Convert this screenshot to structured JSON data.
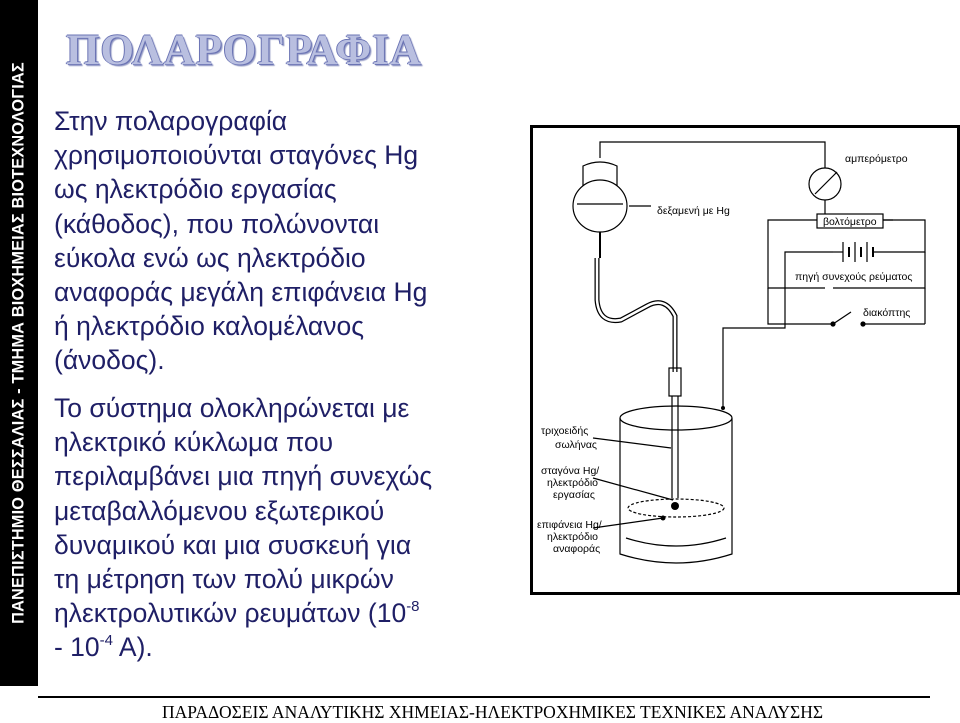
{
  "sidebar": {
    "text": "ΠΑΝΕΠΙΣΤΗΜΙΟ ΘΕΣΣΑΛΙΑΣ - ΤΜΗΜΑ ΒΙΟΧΗΜΕΙΑΣ ΒΙΟΤΕΧΝΟΛΟΓΙΑΣ"
  },
  "title": "ΠΟΛΑΡΟΓΡΑΦΙΑ",
  "paragraph1": [
    "Στην πολαρογραφία",
    "χρησιμοποιούνται σταγόνες Hg",
    "ως ηλεκτρόδιο εργασίας",
    "(κάθοδος), που πολώνονται",
    "εύκολα ενώ ως ηλεκτρόδιο",
    "αναφοράς μεγάλη επιφάνεια Hg",
    "ή ηλεκτρόδιο καλομέλανος",
    "(άνοδος)."
  ],
  "paragraph2": [
    "Το σύστημα ολοκληρώνεται με",
    "ηλεκτρικό κύκλωμα που",
    "περιλαμβάνει μια πηγή συνεχώς",
    "μεταβαλλόμενου εξωτερικού",
    "δυναμικού και μια συσκευή για",
    "τη μέτρηση των πολύ μικρών"
  ],
  "paragraph2_tail": {
    "line_a": "ηλεκτρολυτικών ρευμάτων (10",
    "exp_a": "-8",
    "line_b": "- 10",
    "exp_b": "-4",
    "line_c": " A)."
  },
  "figure": {
    "labels": {
      "ammeter": "αμπερόμετρο",
      "reservoir": "δεξαμενή με Hg",
      "voltmeter": "βολτόμετρο",
      "source": "πηγή συνεχούς ρεύματος",
      "switch": "διακόπτης",
      "capillary_1": "τριχοειδής",
      "capillary_2": "σωλήνας",
      "drop_1": "σταγόνα Hg/",
      "drop_2": "ηλεκτρόδιο",
      "drop_3": "εργασίας",
      "surface_1": "επιφάνεια Hg/",
      "surface_2": "ηλεκτρόδιο",
      "surface_3": "αναφοράς"
    }
  },
  "footer": "ΠΑΡΑΔΟΣΕΙΣ ΑΝΑΛΥΤΙΚΗΣ ΧΗΜΕΙΑΣ-ΗΛΕΚΤΡΟΧΗΜΙΚΕΣ ΤΕΧΝΙΚΕΣ ΑΝΑΛΥΣΗΣ",
  "colors": {
    "text": "#1f1f66",
    "title_fill": "#b9bfe0",
    "title_outline": "#6b74b4",
    "sidebar": "#000000"
  }
}
